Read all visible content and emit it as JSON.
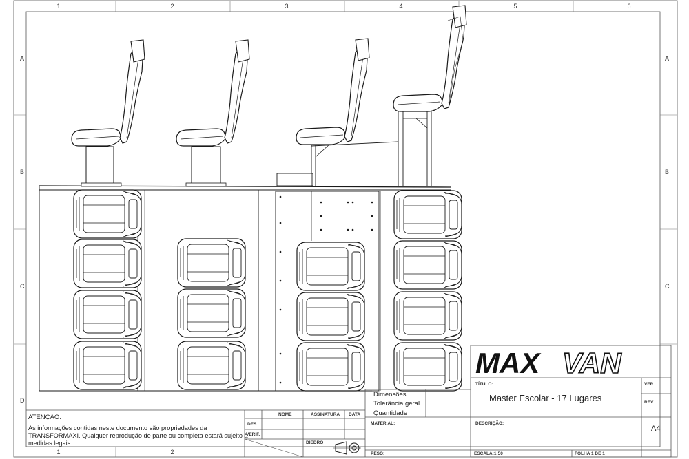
{
  "frame": {
    "columns": [
      "1",
      "2",
      "3",
      "4",
      "5",
      "6"
    ],
    "rows": [
      "A",
      "B",
      "C",
      "D"
    ]
  },
  "logo": {
    "part1": "MAX",
    "part2": "VAN"
  },
  "title_block": {
    "titulo_label": "TÍTULO:",
    "titulo_value": "Master Escolar - 17 Lugares",
    "ver_label": "VER.",
    "rev_label": "REV.",
    "descricao_label": "DESCRIÇÃO:",
    "material_label": "MATERIAL:",
    "peso_label": "PESO:",
    "escala_label": "ESCALA:1:50",
    "folha_label": "FOLHA 1 DE 1",
    "size": "A4",
    "dimensoes": "Dimensões",
    "tolerancia": "Tolerância geral",
    "quantidade": "Quantidade"
  },
  "sign_table": {
    "headers": [
      "NOME",
      "ASSINATURA",
      "DATA"
    ],
    "rows": [
      "DES.",
      "VERIF."
    ],
    "diedro": "DIEDRO"
  },
  "attention": {
    "title": "ATENÇÃO:",
    "text": "As informações contidas neste documento são propriedades da TRANSFORMAXI. Qualquer reprodução de parte ou completa estará sujeito à medidas legais."
  },
  "colors": {
    "line": "#1a1a1a",
    "frame": "#555555",
    "paper": "#ffffff"
  }
}
